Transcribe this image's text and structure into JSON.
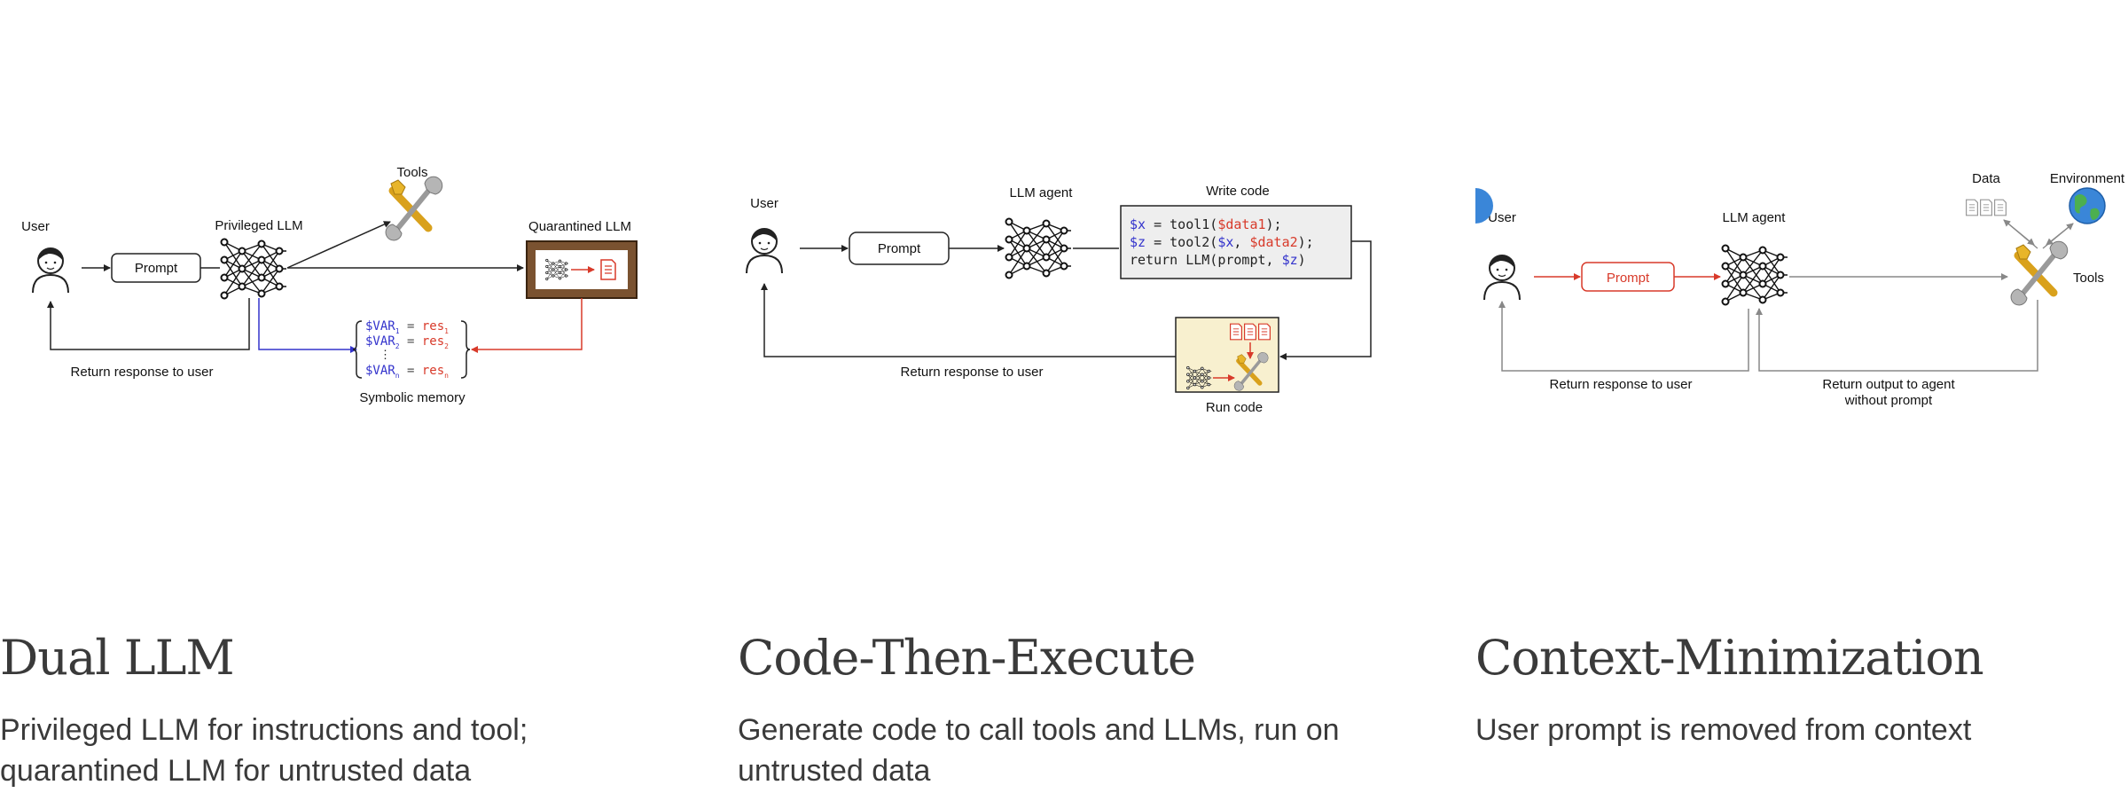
{
  "colors": {
    "blue": "#3333cc",
    "red": "#d83a2a",
    "text": "#3a3a3a",
    "code_bg": "#eeeeee",
    "run_box_bg": "#f8f0cf",
    "brick": "#7a5230"
  },
  "panels": [
    {
      "title": "Dual LLM",
      "description": "Privileged LLM for instructions and tool; quarantined LLM for untrusted data",
      "diagram": {
        "user": "User",
        "prompt": "Prompt",
        "privileged_llm": "Privileged LLM",
        "tools": "Tools",
        "quarantined_llm": "Quarantined LLM",
        "return_label": "Return response to user",
        "symbolic_memory": "Symbolic memory",
        "memory": {
          "var1": "$VAR",
          "res1": "res",
          "var2": "$VAR",
          "res2": "res",
          "varn": "$VAR",
          "resn": "res",
          "eq": "=",
          "sub1": "1",
          "sub2": "2",
          "subn": "n",
          "dots": "⋮"
        },
        "icons": [
          "user-icon",
          "neural-network-icon",
          "tools-icon",
          "document-icon"
        ]
      }
    },
    {
      "title": "Code-Then-Execute",
      "description": "Generate code to call tools and LLMs, run on untrusted data",
      "diagram": {
        "user": "User",
        "prompt": "Prompt",
        "llm_agent": "LLM agent",
        "write_code": "Write code",
        "run_code": "Run code",
        "return_label": "Return response to user",
        "code": {
          "l1_var": "$x",
          "l1_mid": " = tool1(",
          "l1_arg": "$data1",
          "l1_end": ");",
          "l2_var": "$z",
          "l2_mid": " = tool2(",
          "l2_arg1": "$x",
          "l2_sep": ", ",
          "l2_arg2": "$data2",
          "l2_end": ");",
          "l3_start": "return LLM(prompt, ",
          "l3_var": "$z",
          "l3_end": ")"
        },
        "icons": [
          "user-icon",
          "neural-network-icon",
          "tools-icon",
          "document-icon"
        ]
      }
    },
    {
      "title": "Context-Minimization",
      "description": "User prompt is removed from context",
      "diagram": {
        "user": "User",
        "prompt": "Prompt",
        "llm_agent": "LLM agent",
        "data": "Data",
        "environment": "Environment",
        "tools": "Tools",
        "return_user": "Return response to user",
        "return_agent_1": "Return output to agent",
        "return_agent_2": "without prompt",
        "icons": [
          "user-icon",
          "neural-network-icon",
          "tools-icon",
          "globe-icon",
          "document-icon"
        ]
      }
    }
  ]
}
